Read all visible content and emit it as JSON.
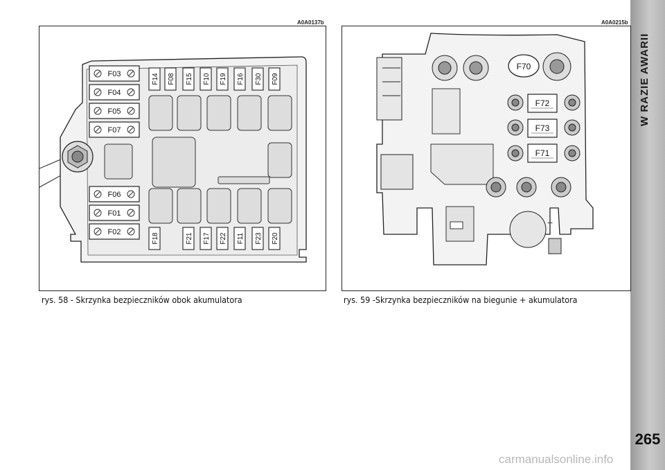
{
  "sidebar": {
    "section_title": "W RAZIE AWARII",
    "page_number": "265"
  },
  "watermark": "carmanualsonline.info",
  "figure_left": {
    "code": "A0A0137b",
    "caption": "rys. 58 - Skrzynka bezpieczników obok akumulatora",
    "horizontal_fuses": [
      "F03",
      "F04",
      "F05",
      "F07",
      "F06",
      "F01",
      "F02"
    ],
    "top_fuses": [
      "F14",
      "F08",
      "F15",
      "F10",
      "F19",
      "F16",
      "F30",
      "F09"
    ],
    "bottom_fuses": [
      "F18",
      "F21",
      "F17",
      "F22",
      "F11",
      "F23",
      "F20"
    ]
  },
  "figure_right": {
    "code": "A0A0215b",
    "caption": "rys. 59 -Skrzynka bezpieczników na biegunie + akumulatora",
    "fuses": [
      "F70",
      "F72",
      "F73",
      "F71"
    ]
  }
}
